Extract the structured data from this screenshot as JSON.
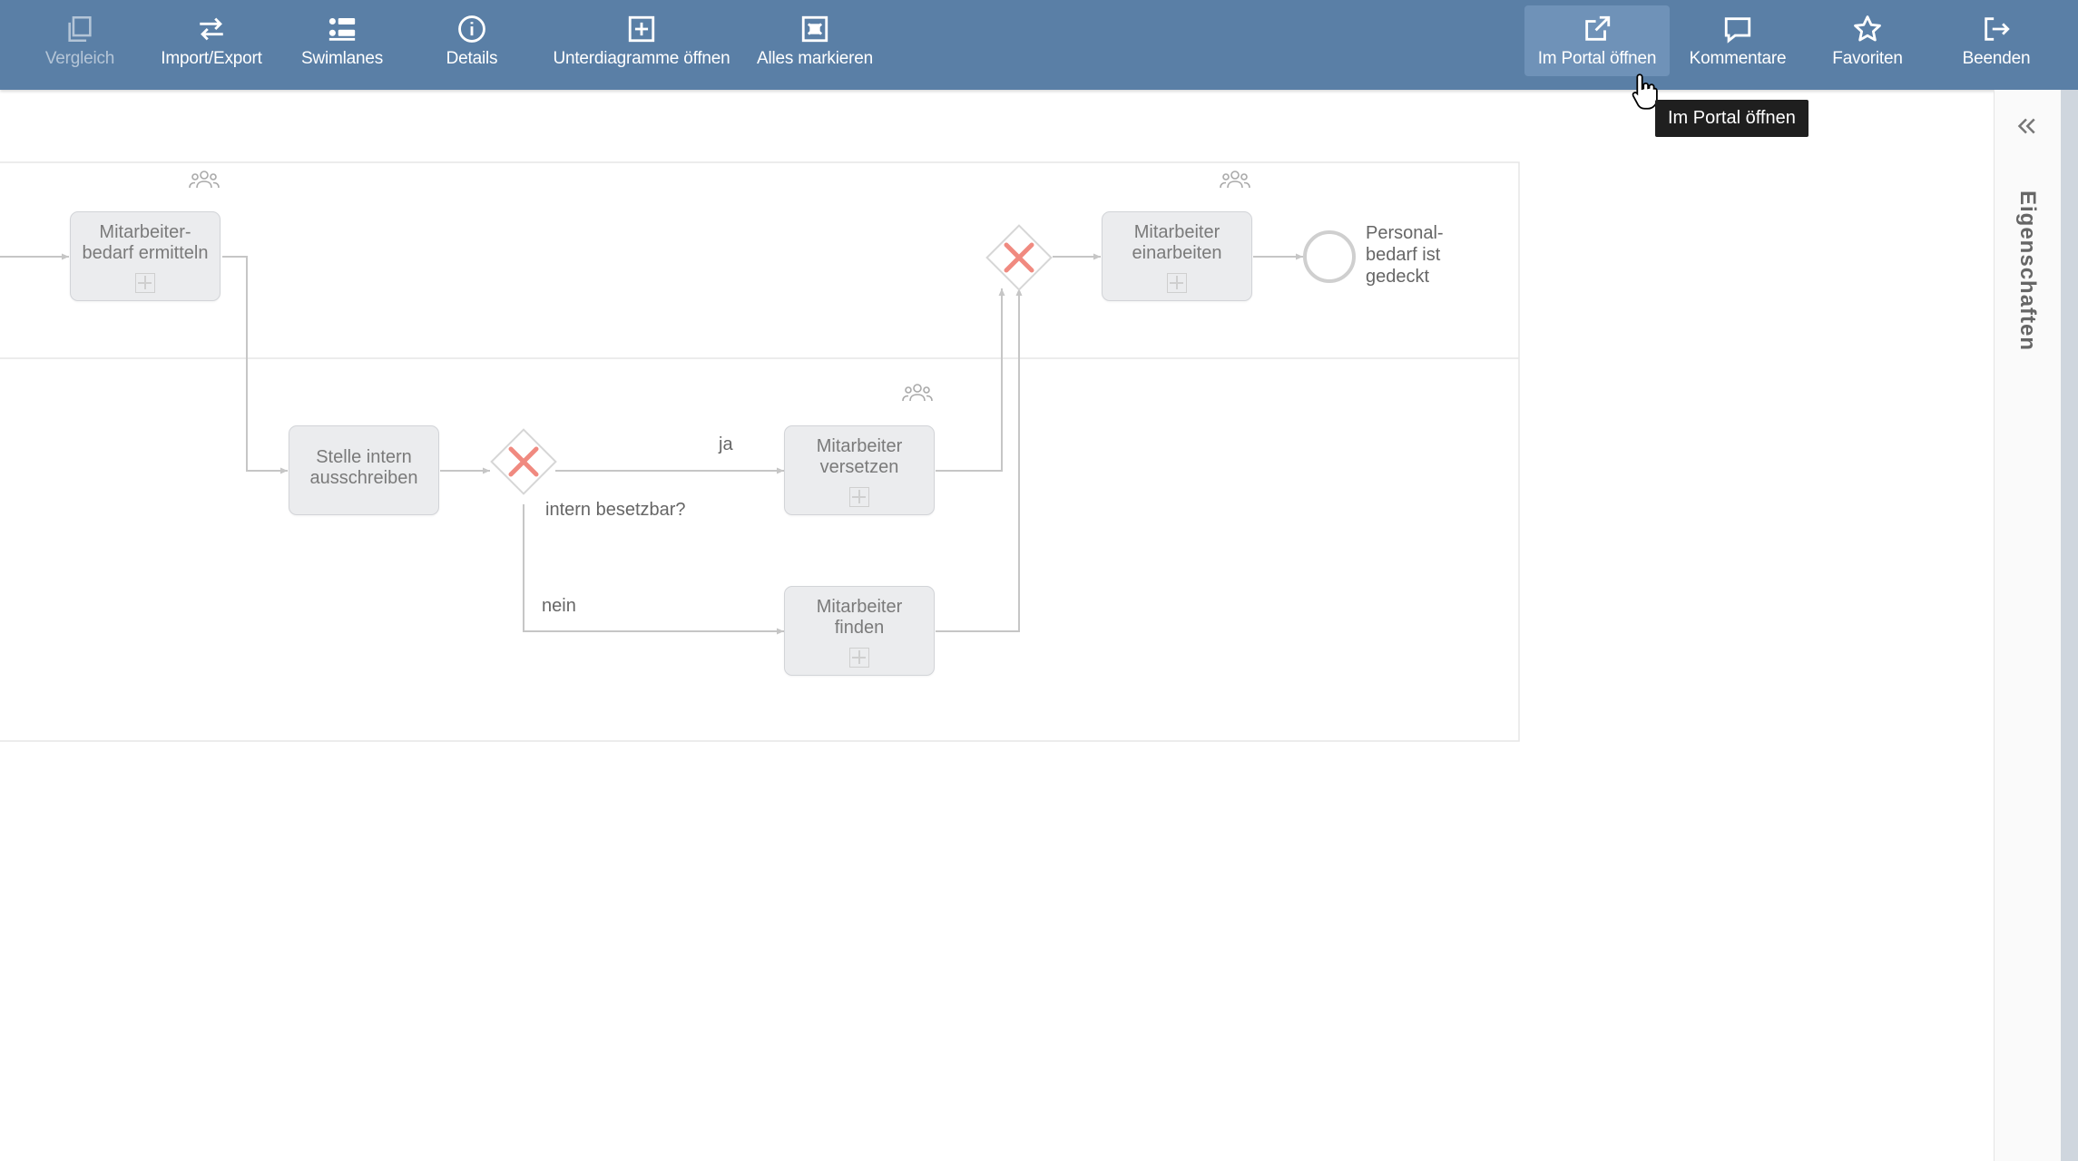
{
  "toolbar": {
    "vergleich": "Vergleich",
    "import_export": "Import/Export",
    "swimlanes": "Swimlanes",
    "details": "Details",
    "unterdiagramme": "Unterdiagramme öffnen",
    "alles_markieren": "Alles markieren",
    "im_portal": "Im Portal öffnen",
    "kommentare": "Kommentare",
    "favoriten": "Favoriten",
    "beenden": "Beenden"
  },
  "tooltip": "Im Portal öffnen",
  "properties_panel": {
    "title": "Eigenschaften"
  },
  "diagram": {
    "tasks": {
      "t1": [
        "Mitarbeiter-",
        "bedarf ermitteln"
      ],
      "t2": [
        "Stelle intern",
        "ausschreiben"
      ],
      "t3": [
        "Mitarbeiter",
        "versetzen"
      ],
      "t4": [
        "Mitarbeiter",
        "finden"
      ],
      "t5": [
        "Mitarbeiter",
        "einarbeiten"
      ]
    },
    "end_event": [
      "Personal-",
      "bedarf ist",
      "gedeckt"
    ],
    "gateway_question": "intern besetzbar?",
    "flow_yes": "ja",
    "flow_no": "nein"
  },
  "colors": {
    "toolbar": "#5a7fa6",
    "gateway_x": "#f08a80",
    "task_fill": "#ebecee"
  }
}
